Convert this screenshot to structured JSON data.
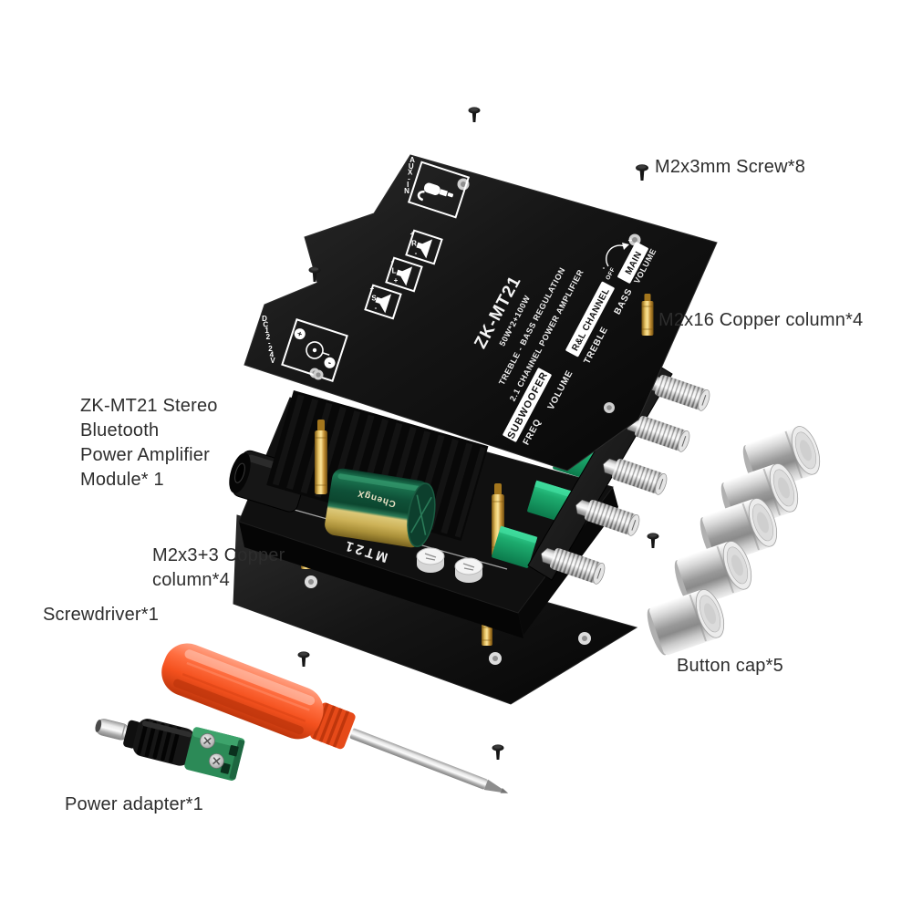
{
  "annotations": {
    "screw": "M2x3mm Screw*8",
    "copper_column_long": "M2x16 Copper column*4",
    "module_line1": "ZK-MT21 Stereo",
    "module_line2": "Bluetooth",
    "module_line3": "Power Amplifier",
    "module_line4": "Module* 1",
    "copper_column_short_line1": "M2x3+3 Copper",
    "copper_column_short_line2": "column*4",
    "screwdriver": "Screwdriver*1",
    "button_cap": "Button cap*5",
    "power_adapter": "Power adapter*1"
  },
  "silkscreen": {
    "model": "ZK-MT21",
    "power": "50W*2+100W",
    "regulation": "TREBLE - BASS REGULATION",
    "channel": "2.1 CHANNEL POWER AMPLIFIER",
    "subwoofer": "SUBWOOFER",
    "subwoofer_volume": "VOLUME",
    "freq": "FREQ",
    "rl_channel": "R&L CHANNEL",
    "treble": "TREBLE",
    "bass": "BASS",
    "main": "MAIN",
    "main_volume": "VOLUME",
    "off": "OFF",
    "plus": "+",
    "minus": "-",
    "aux_in": "AUX-IN",
    "dc_input": "DC12-24V",
    "speaker_right": "+R-",
    "speaker_left": "-L+",
    "speaker_sub": "+S-",
    "module_mark": "MT21",
    "capacitor_brand": "ChengX"
  },
  "colors": {
    "background": "#ffffff",
    "board_black": "#121212",
    "pot_green": "#1ea56c",
    "copper_gold": "#c8962f",
    "screwdriver_orange": "#f4511e",
    "terminal_green": "#2c8a57",
    "capacitor_green": "#11573d",
    "capacitor_gold": "#d9c66e",
    "metal_silver": "#c0c0c0",
    "label_text": "#2d2d2d"
  }
}
